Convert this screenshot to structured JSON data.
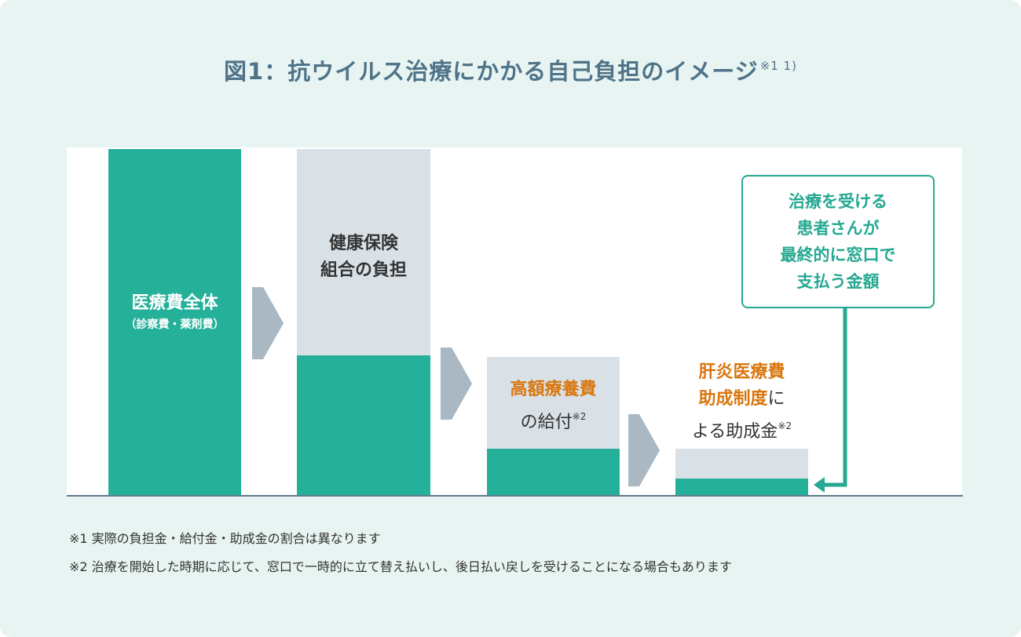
{
  "title": {
    "text": "図1：抗ウイルス治療にかかる自己負担のイメージ",
    "ref": "※1 1)"
  },
  "bars": [
    {
      "label": "医療費全体",
      "sublabel": "（診察費・薬剤費）",
      "total_fraction": 1.0,
      "green_fraction": 1.0
    },
    {
      "label_lines": [
        "健康保険",
        "組合の負担"
      ],
      "total_fraction": 1.0,
      "green_fraction": 0.4
    },
    {
      "label_orange": "高額療養費",
      "label_rest": "の給付",
      "note": "※2",
      "total_fraction": 0.4,
      "green_fraction": 0.135
    },
    {
      "label_orange_lines": [
        "肝炎医療費",
        "助成制度"
      ],
      "label_suffix": "に",
      "label_rest": "よる助成金",
      "note": "※2",
      "total_fraction": 0.135,
      "green_fraction": 0.05
    }
  ],
  "callout": {
    "lines": [
      "治療を受ける",
      "患者さんが",
      "最終的に窓口で",
      "支払う金額"
    ]
  },
  "notes": [
    "※1 実際の負担金・給付金・助成金の割合は異なります",
    "※2 治療を開始した時期に応じて、窓口で一時的に立て替え払いし、後日払い戻しを受けることになる場合もあります"
  ],
  "colors": {
    "green": "#25b09a",
    "gray": "#d9e1e7",
    "orange": "#d9770f",
    "title": "#4f7388",
    "callout": "#26a891"
  }
}
